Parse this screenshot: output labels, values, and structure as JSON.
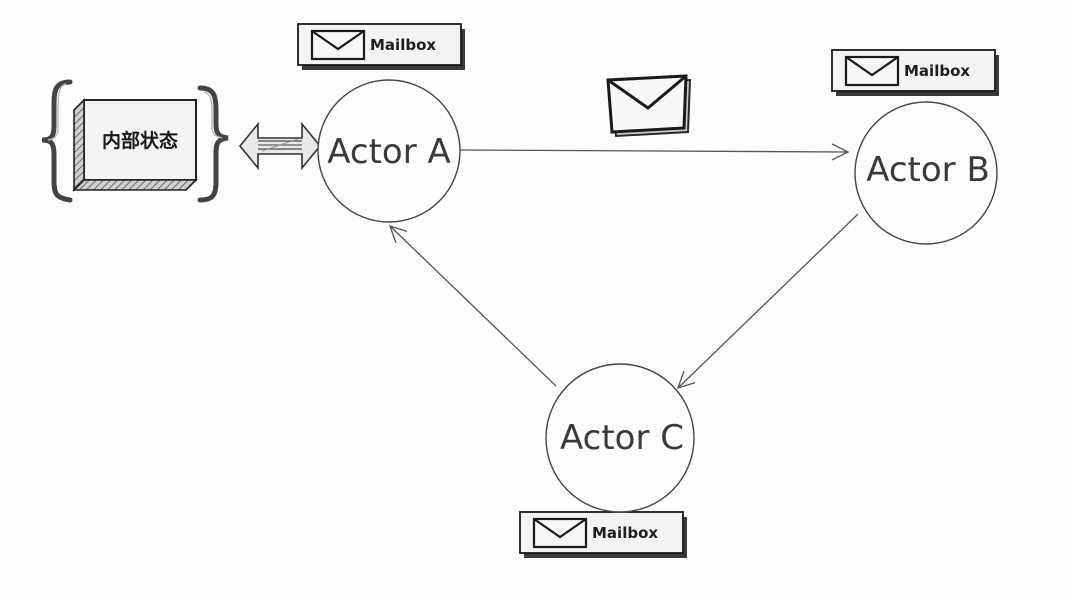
{
  "internal_state": {
    "label": "内部状态"
  },
  "actors": {
    "a": {
      "label": "Actor A"
    },
    "b": {
      "label": "Actor B"
    },
    "c": {
      "label": "Actor C"
    }
  },
  "mailboxes": {
    "a": {
      "label": "Mailbox"
    },
    "b": {
      "label": "Mailbox"
    },
    "c": {
      "label": "Mailbox"
    }
  },
  "icons": {
    "mailbox": "envelope-icon",
    "message": "envelope-icon"
  },
  "colors": {
    "line": "#555555",
    "ink": "#2a2a2a",
    "background": "#fdfdfd"
  }
}
